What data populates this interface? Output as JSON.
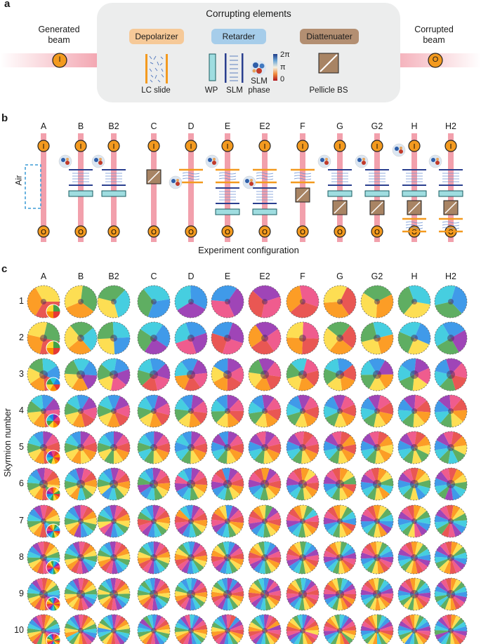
{
  "panel_a": {
    "letter": "a",
    "title": "Corrupting elements",
    "generated_beam": "Generated\nbeam",
    "corrupted_beam": "Corrupted\nbeam",
    "input_symbol": "I",
    "output_symbol": "O",
    "categories": [
      {
        "name": "Depolarizer",
        "color": "#f6c998"
      },
      {
        "name": "Retarder",
        "color": "#a6cdea"
      },
      {
        "name": "Diattenuater",
        "color": "#b38f72"
      }
    ],
    "elements": [
      "LC slide",
      "WP",
      "SLM",
      "SLM\nphase",
      "Pellicle BS"
    ],
    "phase_ticks": [
      "2π",
      "π",
      "0"
    ]
  },
  "panel_b": {
    "letter": "b",
    "columns": [
      "A",
      "B",
      "B2",
      "C",
      "D",
      "E",
      "E2",
      "F",
      "G",
      "G2",
      "H",
      "H2"
    ],
    "air_label": "Air",
    "xlabel": "Experiment configuration",
    "input_symbol": "I",
    "output_symbol": "O"
  },
  "panel_c": {
    "letter": "c",
    "columns": [
      "A",
      "B",
      "B2",
      "C",
      "D",
      "E",
      "E2",
      "F",
      "G",
      "G2",
      "H",
      "H2"
    ],
    "rows": [
      "1",
      "2",
      "3",
      "4",
      "5",
      "6",
      "7",
      "8",
      "9",
      "10"
    ],
    "ylabel": "Skyrmion number"
  },
  "colors": {
    "beam": "#f2a0ac",
    "orange": "#f39a1f",
    "blue_line": "#2a3f8f",
    "teal_box": "#9fdde0",
    "brown_box": "#a88464",
    "panel_bg": "#eceded"
  }
}
